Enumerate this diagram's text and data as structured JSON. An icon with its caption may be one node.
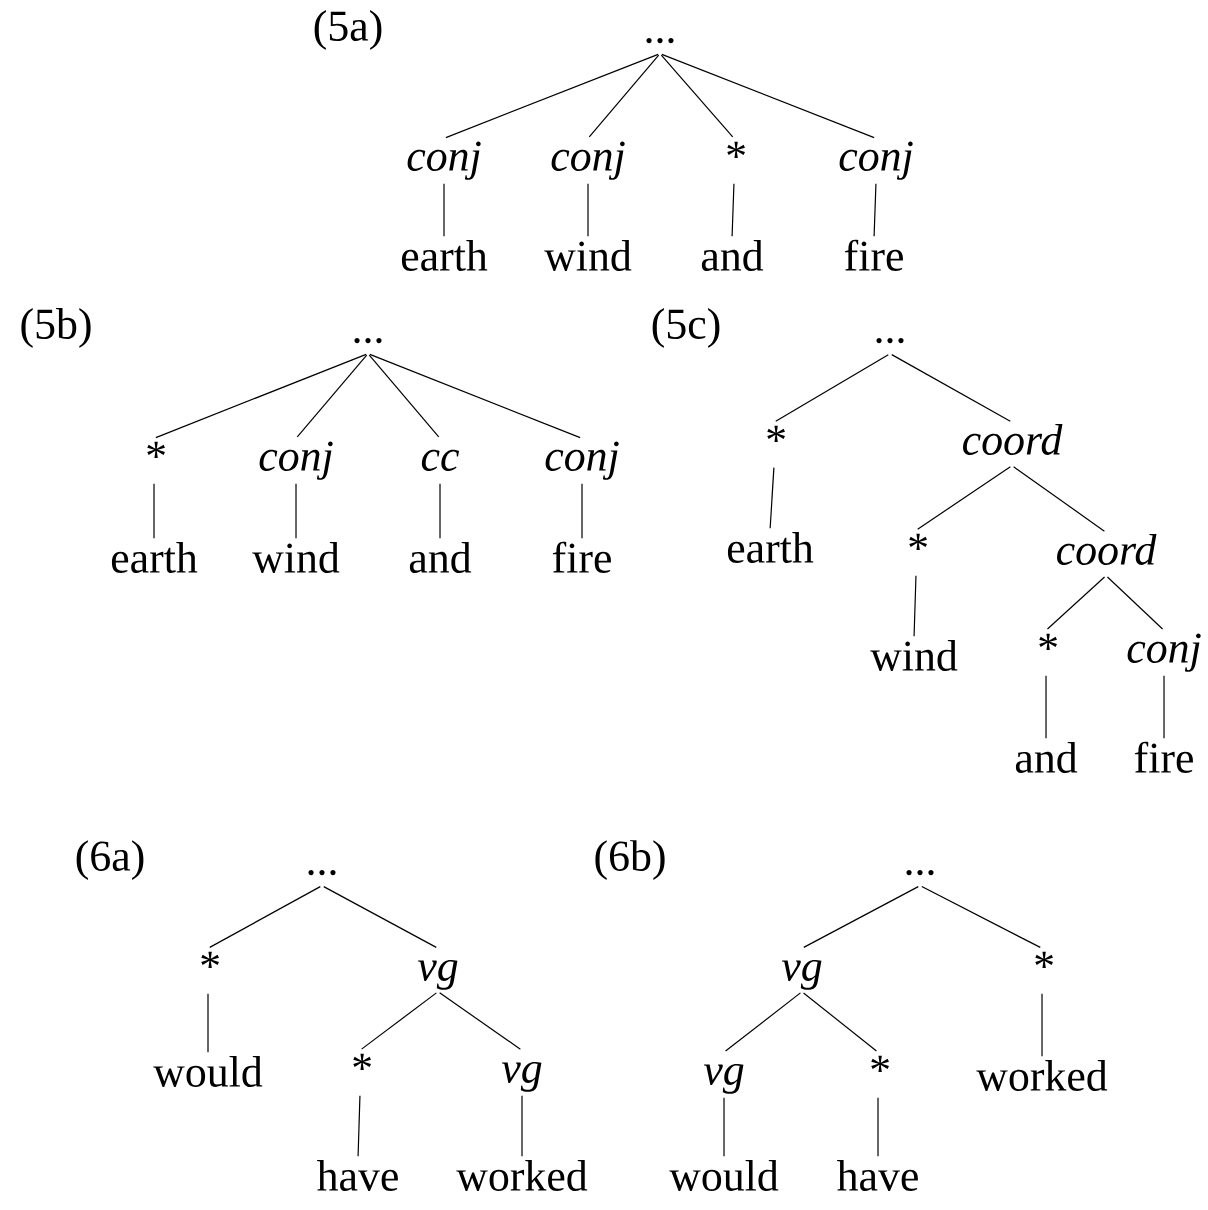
{
  "diagram": {
    "nodes": [
      {
        "text": [
          "..."
        ]
      },
      {
        "text": [
          "conj"
        ]
      },
      {
        "text": [
          "conj"
        ]
      },
      {
        "text": [
          "*"
        ]
      },
      {
        "text": [
          "conj"
        ]
      },
      {
        "text": [
          "earth"
        ]
      },
      {
        "text": [
          "wind"
        ]
      },
      {
        "text": [
          "and"
        ]
      },
      {
        "text": [
          "fire"
        ]
      },
      {
        "text": [
          "..."
        ]
      },
      {
        "text": [
          "*"
        ]
      },
      {
        "text": [
          "conj"
        ]
      },
      {
        "text": [
          "cc"
        ]
      },
      {
        "text": [
          "conj"
        ]
      },
      {
        "text": [
          "earth"
        ]
      },
      {
        "text": [
          "wind"
        ]
      },
      {
        "text": [
          "and"
        ]
      },
      {
        "text": [
          "fire"
        ]
      },
      {
        "text": [
          "..."
        ]
      },
      {
        "text": [
          "*"
        ]
      },
      {
        "text": [
          "coord"
        ]
      },
      {
        "text": [
          "earth"
        ]
      },
      {
        "text": [
          "*"
        ]
      },
      {
        "text": [
          "coord"
        ]
      },
      {
        "text": [
          "wind"
        ]
      },
      {
        "text": [
          "*"
        ]
      },
      {
        "text": [
          "conj"
        ]
      },
      {
        "text": [
          "and"
        ]
      },
      {
        "text": [
          "fire"
        ]
      },
      {
        "text": [
          "..."
        ]
      },
      {
        "text": [
          "*"
        ]
      },
      {
        "text": [
          "vg"
        ]
      },
      {
        "text": [
          "would"
        ]
      },
      {
        "text": [
          "*"
        ]
      },
      {
        "text": [
          "vg"
        ]
      },
      {
        "text": [
          "have"
        ]
      },
      {
        "text": [
          "worked"
        ]
      },
      {
        "text": [
          "..."
        ]
      },
      {
        "text": [
          "vg"
        ]
      },
      {
        "text": [
          "*"
        ]
      },
      {
        "text": [
          "vg"
        ]
      },
      {
        "text": [
          "*"
        ]
      },
      {
        "text": [
          "worked"
        ]
      },
      {
        "text": [
          "would"
        ]
      },
      {
        "text": [
          "have"
        ]
      }
    ],
    "edges": [
      {
        "from": 0,
        "to": 1,
        "arrow": "none"
      },
      {
        "from": 0,
        "to": 2,
        "arrow": "none"
      },
      {
        "from": 0,
        "to": 3,
        "arrow": "none"
      },
      {
        "from": 0,
        "to": 4,
        "arrow": "none"
      },
      {
        "from": 1,
        "to": 5,
        "arrow": "none"
      },
      {
        "from": 2,
        "to": 6,
        "arrow": "none"
      },
      {
        "from": 3,
        "to": 7,
        "arrow": "none"
      },
      {
        "from": 4,
        "to": 8,
        "arrow": "none"
      },
      {
        "from": 9,
        "to": 10,
        "arrow": "none"
      },
      {
        "from": 9,
        "to": 11,
        "arrow": "none"
      },
      {
        "from": 9,
        "to": 12,
        "arrow": "none"
      },
      {
        "from": 9,
        "to": 13,
        "arrow": "none"
      },
      {
        "from": 10,
        "to": 14,
        "arrow": "none"
      },
      {
        "from": 11,
        "to": 15,
        "arrow": "none"
      },
      {
        "from": 12,
        "to": 16,
        "arrow": "none"
      },
      {
        "from": 13,
        "to": 17,
        "arrow": "none"
      },
      {
        "from": 18,
        "to": 19,
        "arrow": "none"
      },
      {
        "from": 18,
        "to": 20,
        "arrow": "none"
      },
      {
        "from": 19,
        "to": 21,
        "arrow": "none"
      },
      {
        "from": 20,
        "to": 22,
        "arrow": "none"
      },
      {
        "from": 20,
        "to": 23,
        "arrow": "none"
      },
      {
        "from": 22,
        "to": 24,
        "arrow": "none"
      },
      {
        "from": 23,
        "to": 25,
        "arrow": "none"
      },
      {
        "from": 23,
        "to": 26,
        "arrow": "none"
      },
      {
        "from": 25,
        "to": 27,
        "arrow": "none"
      },
      {
        "from": 26,
        "to": 28,
        "arrow": "none"
      },
      {
        "from": 29,
        "to": 30,
        "arrow": "none"
      },
      {
        "from": 29,
        "to": 31,
        "arrow": "none"
      },
      {
        "from": 30,
        "to": 32,
        "arrow": "none"
      },
      {
        "from": 31,
        "to": 33,
        "arrow": "none"
      },
      {
        "from": 31,
        "to": 34,
        "arrow": "none"
      },
      {
        "from": 33,
        "to": 35,
        "arrow": "none"
      },
      {
        "from": 34,
        "to": 36,
        "arrow": "none"
      },
      {
        "from": 37,
        "to": 38,
        "arrow": "none"
      },
      {
        "from": 37,
        "to": 39,
        "arrow": "none"
      },
      {
        "from": 38,
        "to": 40,
        "arrow": "none"
      },
      {
        "from": 38,
        "to": 41,
        "arrow": "none"
      },
      {
        "from": 39,
        "to": 42,
        "arrow": "none"
      },
      {
        "from": 40,
        "to": 43,
        "arrow": "none"
      },
      {
        "from": 41,
        "to": 44,
        "arrow": "none"
      }
    ],
    "labels": [
      "(5a)",
      "(5b)",
      "(5c)",
      "(6a)",
      "(6b)"
    ]
  }
}
